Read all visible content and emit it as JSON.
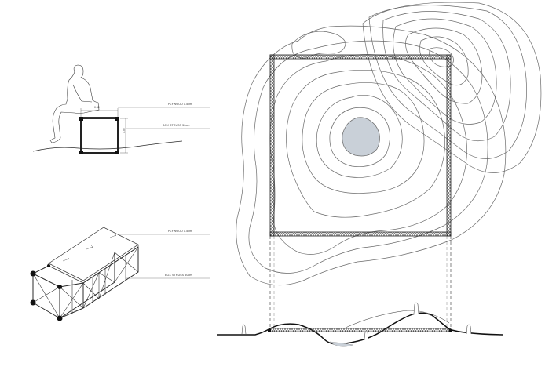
{
  "section_labels": {
    "plywood": "PLYWOOD 1.5cm",
    "box_truss": "BOX STRUSS 50cm"
  },
  "section_dims": {
    "width": "0.50",
    "height": "0.50"
  },
  "axo_labels": {
    "plywood": "PLYWOOD 1.5cm",
    "box_truss": "BOX STRUSS 50cm"
  },
  "colors": {
    "line": "#2b2b2b",
    "contour": "#6a6a6a",
    "water": "#c9d0d8",
    "background": "#ffffff"
  }
}
